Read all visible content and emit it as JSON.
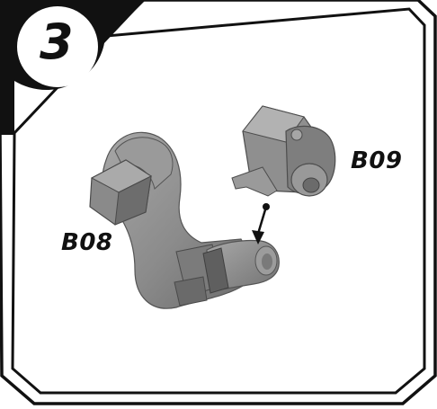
{
  "step": {
    "number": "3"
  },
  "parts": {
    "left_label": "B08",
    "right_label": "B09"
  },
  "colors": {
    "frame": "#111111",
    "part_fill": "#8e8e8e",
    "part_shadow": "#6e6e6e",
    "part_highlight": "#b6b6b6",
    "background": "#ffffff"
  },
  "icons": {
    "arrow": "assembly-arrow-icon"
  }
}
